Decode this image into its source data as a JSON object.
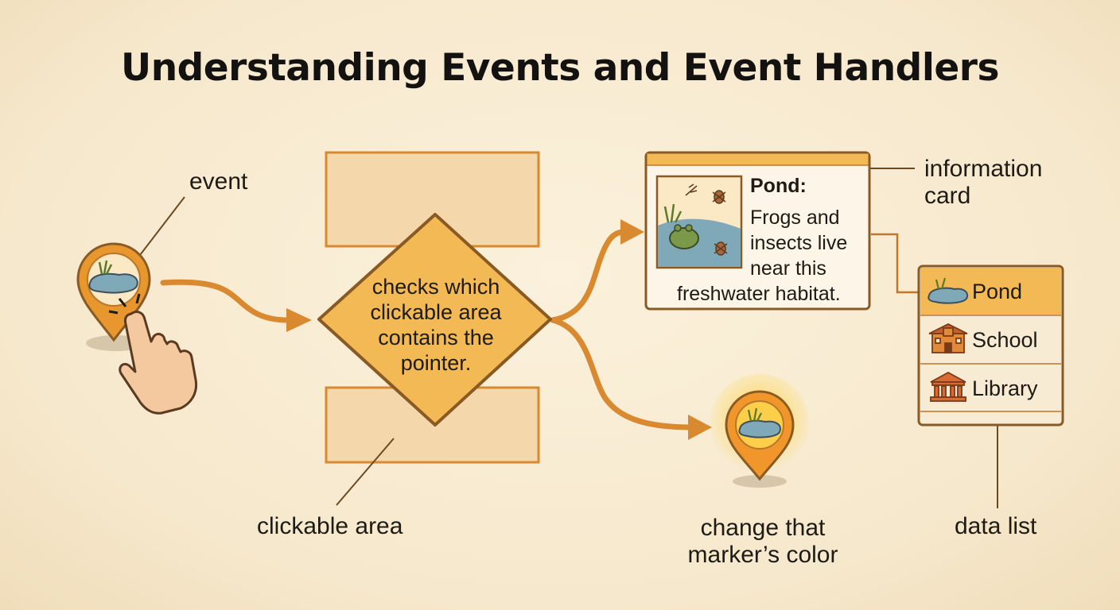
{
  "title": "Understanding Events and Event Handlers",
  "labels": {
    "event": "event",
    "clickable_area": "clickable area",
    "information_card_line1": "information",
    "information_card_line2": "card",
    "marker_color_line1": "change that",
    "marker_color_line2": "marker’s color",
    "data_list": "data list"
  },
  "decision": {
    "line1": "checks which",
    "line2": "clickable area",
    "line3": "contains the",
    "line4": "pointer."
  },
  "info_card": {
    "heading": "Pond:",
    "line1": "Frogs and",
    "line2": "insects live",
    "line3": "near this",
    "line4": "freshwater habitat."
  },
  "data_list": {
    "items": [
      {
        "label": "Pond",
        "icon": "pond-icon"
      },
      {
        "label": "School",
        "icon": "school-icon"
      },
      {
        "label": "Library",
        "icon": "library-icon"
      }
    ]
  },
  "colors": {
    "accent": "#d9892f",
    "accent_light": "#f2c46a",
    "panel": "#f2d6a8",
    "outline": "#8a5a24",
    "water": "#7fa8b8"
  }
}
